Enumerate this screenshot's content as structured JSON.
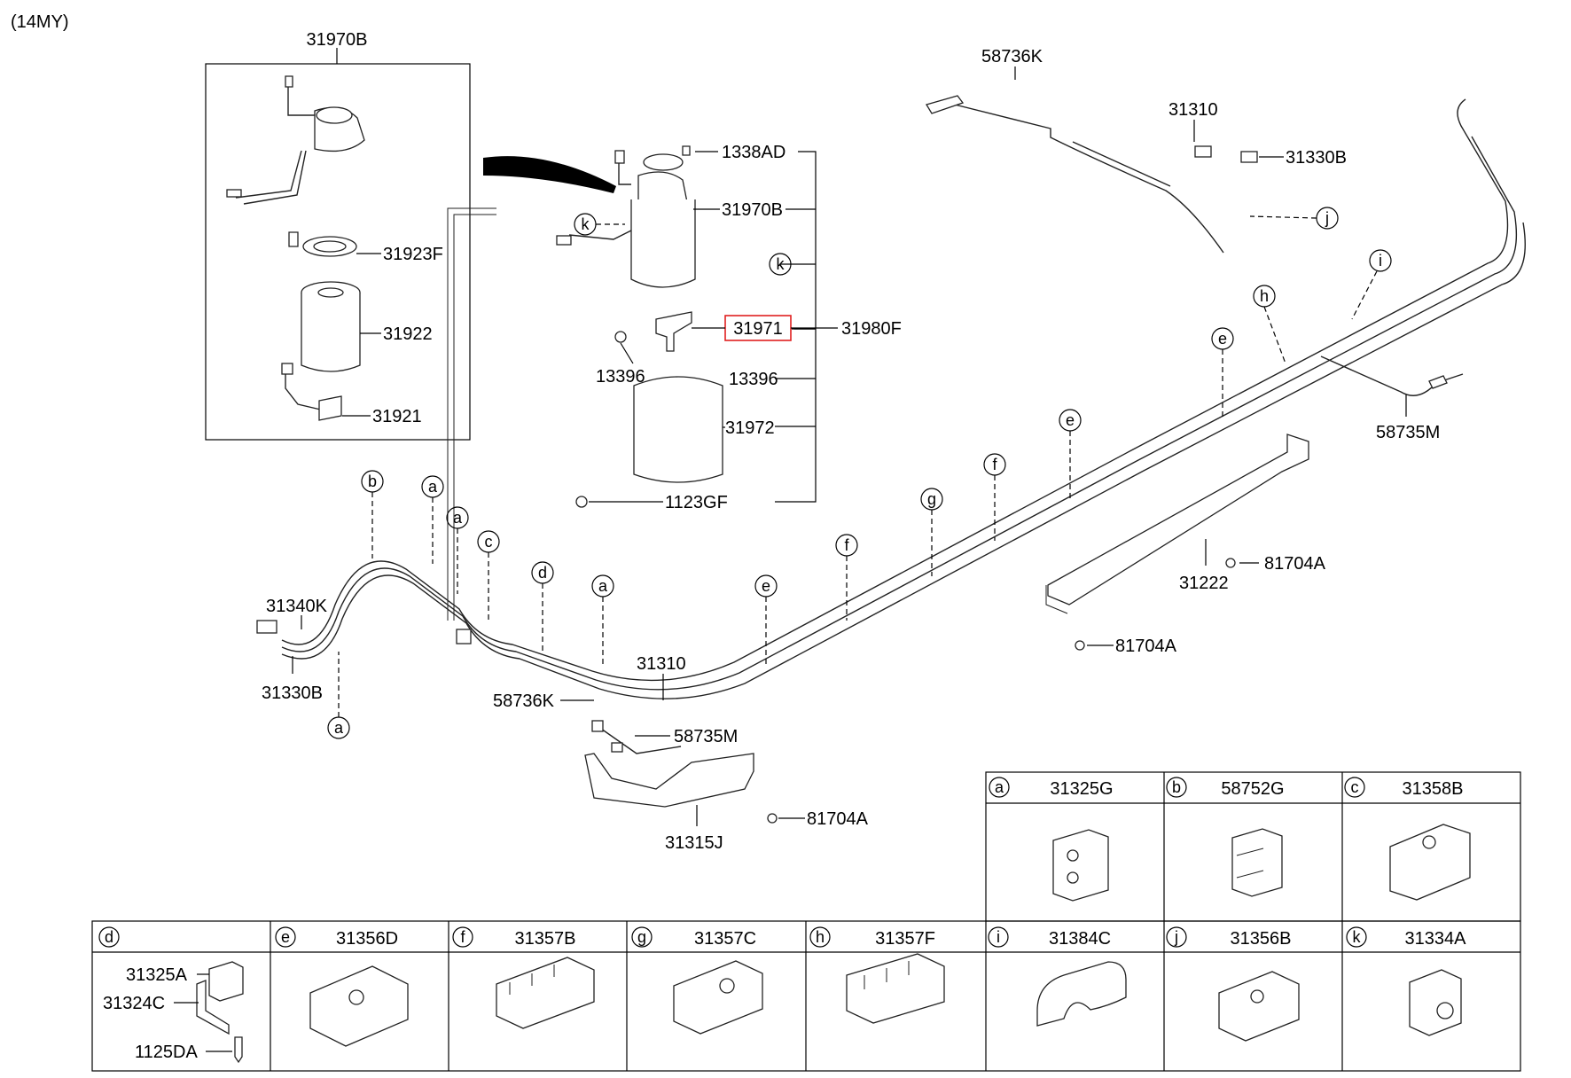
{
  "model_year": "(14MY)",
  "labels": {
    "l_31970B_top": "31970B",
    "l_58736K_top": "58736K",
    "l_31310_top": "31310",
    "l_31330B_top": "31330B",
    "l_1338AD": "1338AD",
    "l_31970B_mid": "31970B",
    "l_31923F": "31923F",
    "l_31922": "31922",
    "l_31921": "31921",
    "l_31971": "31971",
    "l_31980F": "31980F",
    "l_13396_a": "13396",
    "l_13396_b": "13396",
    "l_31972": "31972",
    "l_1123GF": "1123GF",
    "l_58735M_right": "58735M",
    "l_81704A_1": "81704A",
    "l_31222": "31222",
    "l_81704A_2": "81704A",
    "l_31340K": "31340K",
    "l_31330B_left": "31330B",
    "l_31310_mid": "31310",
    "l_58736K_mid": "58736K",
    "l_58735M_mid": "58735M",
    "l_81704A_3": "81704A",
    "l_31315J": "31315J",
    "l_31325A": "31325A",
    "l_31324C": "31324C",
    "l_1125DA": "1125DA"
  },
  "callouts": [
    "a",
    "a",
    "a",
    "a",
    "b",
    "c",
    "d",
    "e",
    "e",
    "e",
    "f",
    "f",
    "g",
    "h",
    "i",
    "j",
    "k",
    "k"
  ],
  "legend_top": [
    {
      "letter": "a",
      "part": "31325G"
    },
    {
      "letter": "b",
      "part": "58752G"
    },
    {
      "letter": "c",
      "part": "31358B"
    }
  ],
  "legend_bottom": [
    {
      "letter": "d",
      "part": ""
    },
    {
      "letter": "e",
      "part": "31356D"
    },
    {
      "letter": "f",
      "part": "31357B"
    },
    {
      "letter": "g",
      "part": "31357C"
    },
    {
      "letter": "h",
      "part": "31357F"
    },
    {
      "letter": "i",
      "part": "31384C"
    },
    {
      "letter": "j",
      "part": "31356B"
    },
    {
      "letter": "k",
      "part": "31334A"
    }
  ],
  "colors": {
    "highlight_box": "#e02020",
    "line": "#000000"
  }
}
